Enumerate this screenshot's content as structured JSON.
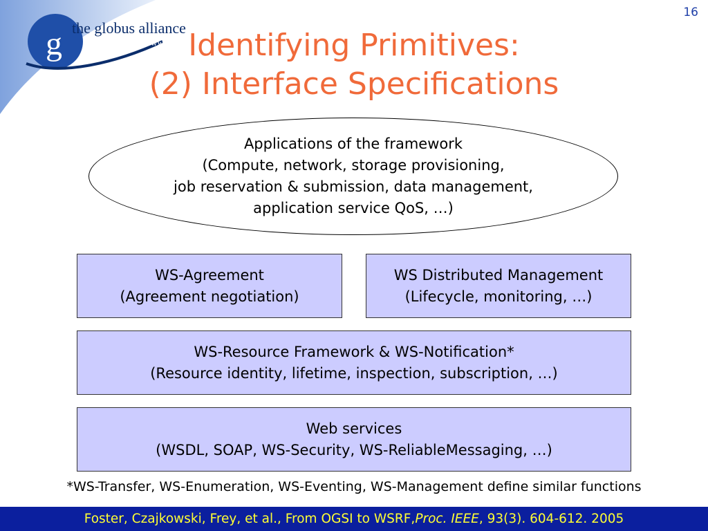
{
  "logo": {
    "letter": "g",
    "name": "the globus alliance",
    "url": "www.globus.org"
  },
  "slide_number": "16",
  "title": {
    "line1": "Identifying Primitives:",
    "line2": "(2) Interface Specifications"
  },
  "diagram": {
    "applications": "Applications of the framework\n(Compute, network, storage provisioning,\njob reservation & submission, data management,\napplication service QoS, …)",
    "ws_agreement": "WS-Agreement\n(Agreement negotiation)",
    "ws_distributed_management": "WS Distributed Management\n(Lifecycle, monitoring, …)",
    "ws_resource_framework": "WS-Resource Framework & WS-Notification*\n(Resource identity, lifetime, inspection, subscription, …)",
    "web_services": "Web services\n(WSDL, SOAP, WS-Security, WS-ReliableMessaging, …)"
  },
  "footnote": "*WS-Transfer, WS-Enumeration, WS-Eventing, WS-Management define similar functions",
  "citation": {
    "before": "Foster, Czajkowski, Frey, et al., From OGSI to WSRF, ",
    "journal": "Proc. IEEE",
    "after": ", 93(3). 604-612. 2005"
  },
  "colors": {
    "title": "#f06a3a",
    "box_fill": "#ccccff",
    "citation_bg": "#0b1f9e",
    "citation_text": "#ffff33",
    "logo_blue": "#1f4fa8"
  }
}
